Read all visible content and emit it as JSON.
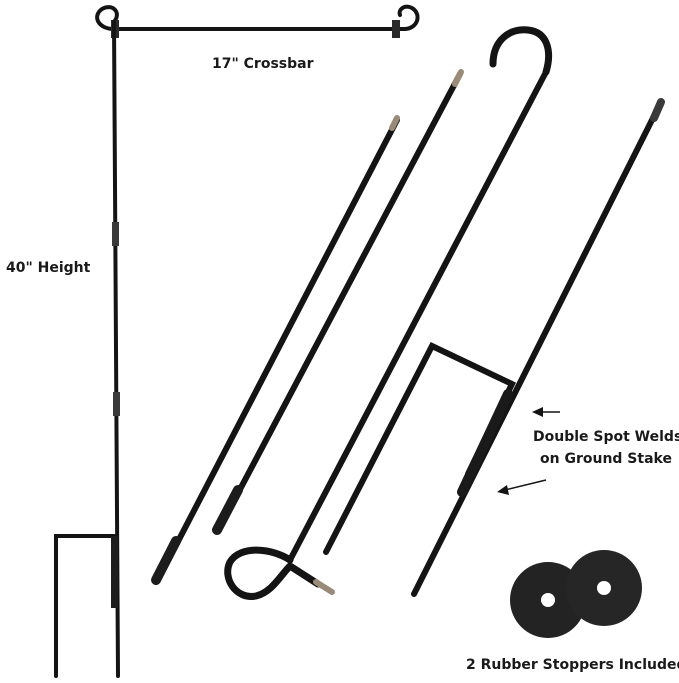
{
  "labels": {
    "crossbar": "17\" Crossbar",
    "height": "40\" Height",
    "welds_line1": "Double Spot Welds",
    "welds_line2": "on Ground Stake",
    "stoppers": "2 Rubber Stoppers Included"
  },
  "colors": {
    "rod": "#141414",
    "rod_highlight": "#5a5a5a",
    "thread": "#9a8a78",
    "stopper": "#232323",
    "background": "#ffffff"
  },
  "items": {
    "assembled_stand": "flag stand assembled",
    "poles": [
      "threaded rod",
      "threaded rod",
      "hook top rod",
      "loop bottom rod",
      "rod with ground stake"
    ],
    "stoppers_count": 2
  }
}
